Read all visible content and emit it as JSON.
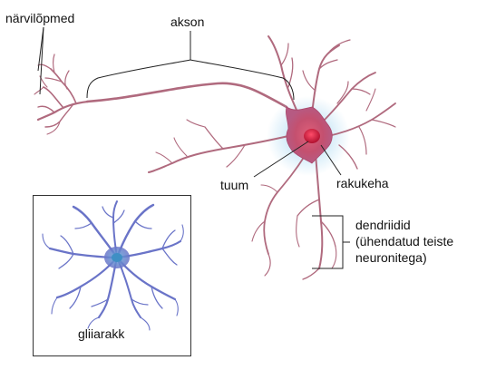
{
  "labels": {
    "nerve_endings": "närvilõpmed",
    "axon": "akson",
    "nucleus": "tuum",
    "cell_body": "rakukeha",
    "dendrites_line1": "dendriidid",
    "dendrites_line2": "(ühendatud teiste",
    "dendrites_line3": "neuronitega)",
    "glial_cell": "gliiarakk"
  },
  "colors": {
    "neuron_body": "#c4506f",
    "neuron_dendrite": "#b06a7e",
    "nucleus": "#d2224a",
    "glow": "#8ec8ea",
    "glia": "#6a74c8",
    "leader": "#222222"
  }
}
